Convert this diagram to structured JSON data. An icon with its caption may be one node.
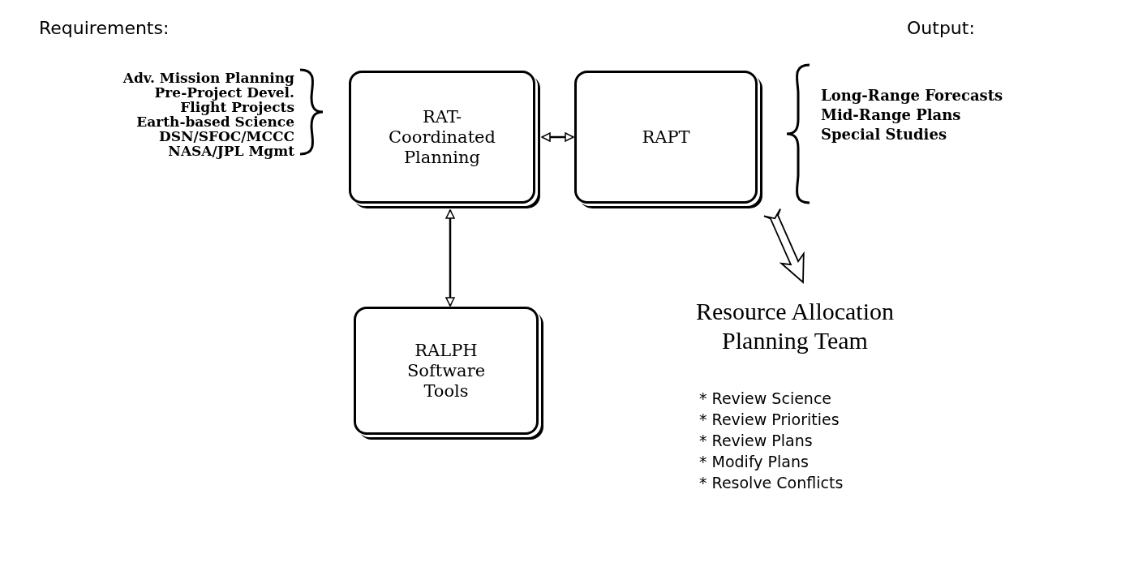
{
  "diagram": {
    "nodes": [
      {
        "text": [
          "RAT- Coordinated Planning"
        ]
      },
      {
        "text": [
          "RAPT"
        ]
      },
      {
        "text": [
          "RALPH Software Tools"
        ]
      },
      {
        "text": [
          "Resource Allocation Planning Team"
        ]
      }
    ],
    "edges": [
      {
        "from": 0,
        "to": 1,
        "arrow": "both"
      },
      {
        "from": 0,
        "to": 2,
        "arrow": "both"
      },
      {
        "from": 1,
        "to": 3,
        "arrow": "to",
        "style": "thick"
      }
    ],
    "labels": [
      "Requirements:",
      "Output:",
      "Adv. Mission Planning",
      "Pre-Project Devel.",
      "Flight Projects",
      "Earth-based Science",
      "DSN/SFOC/MCCC",
      "NASA/JPL Mgmt",
      "Long-Range Forecasts",
      "Mid-Range Plans",
      "Special Studies",
      "* Review Science",
      "* Review Priorities",
      "* Review Plans",
      "* Modify Plans",
      "* Resolve Conflicts"
    ]
  }
}
